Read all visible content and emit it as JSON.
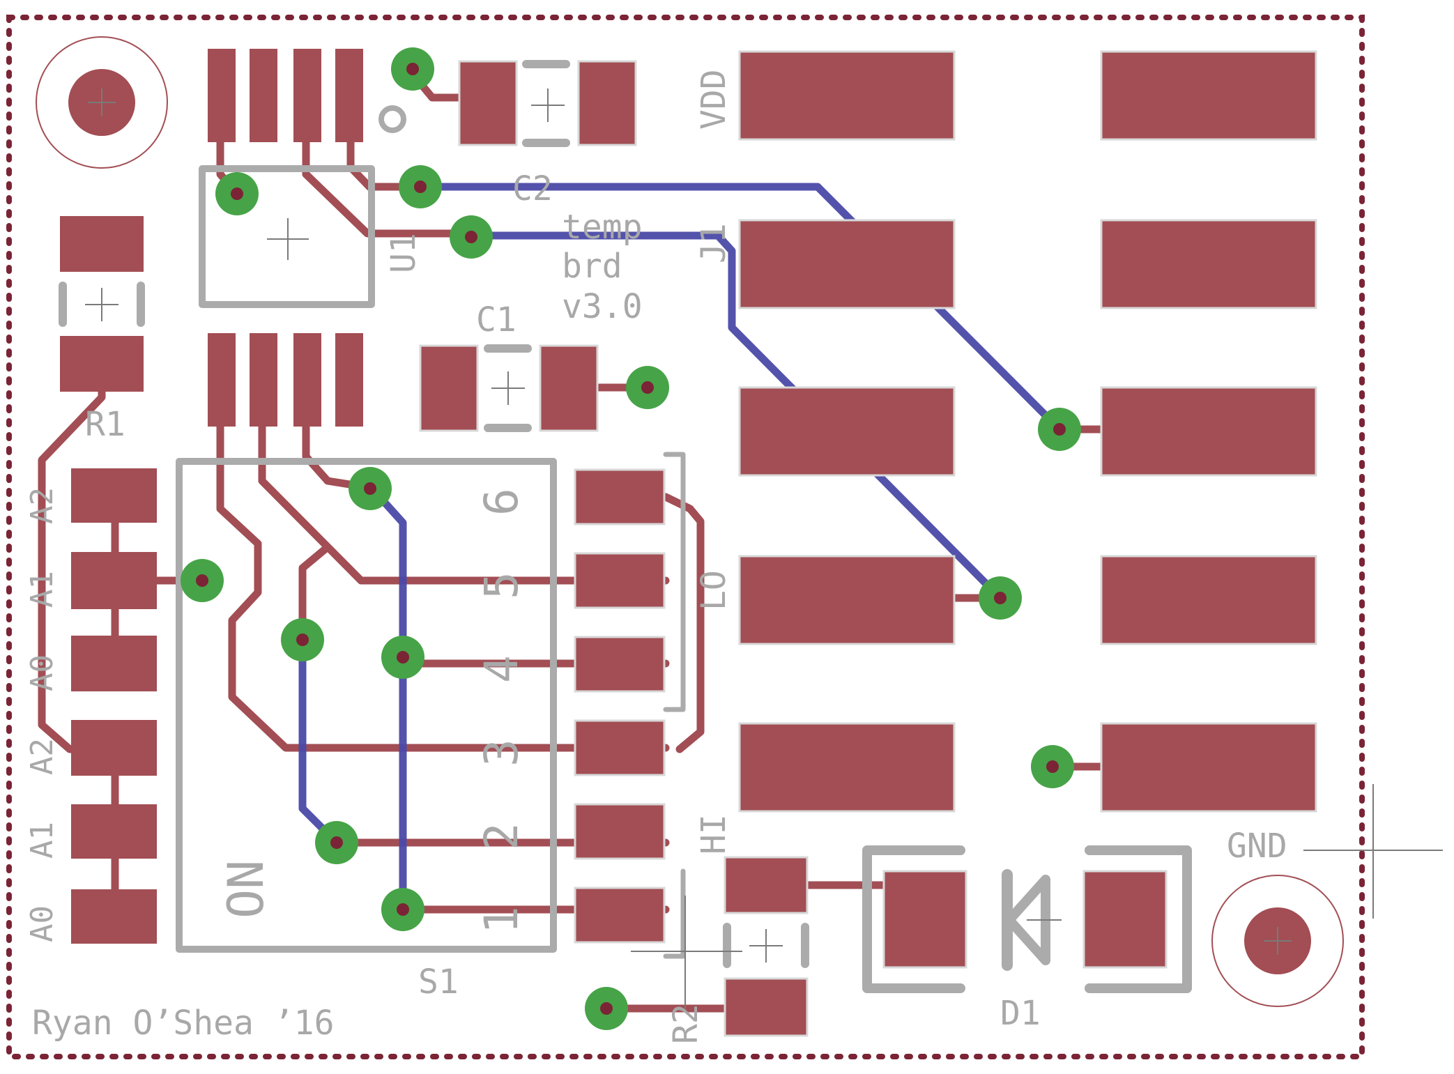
{
  "board": {
    "title_lines": [
      "temp",
      "brd",
      "v3.0"
    ],
    "author": "Ryan O’Shea ’16",
    "colors": {
      "top_copper": "#a24e54",
      "bottom_copper": "#4a4aa8",
      "via": "#47a347",
      "silkscreen": "#ababab",
      "board_outline": "#7a2436",
      "background": "#ffffff"
    }
  },
  "components": {
    "c1": "C1",
    "c2": "C2",
    "u1": "U1",
    "j1": "J1",
    "r1": "R1",
    "r2": "R2",
    "s1": "S1",
    "d1": "D1"
  },
  "net_labels": {
    "vdd": "VDD",
    "gnd": "GND",
    "lo": "LO",
    "hi": "HI",
    "on": "ON"
  },
  "switch_positions": [
    "1",
    "2",
    "3",
    "4",
    "5",
    "6"
  ],
  "address_labels": {
    "upper": [
      "A2",
      "A1",
      "A0"
    ],
    "lower": [
      "A2",
      "A1",
      "A0"
    ]
  }
}
